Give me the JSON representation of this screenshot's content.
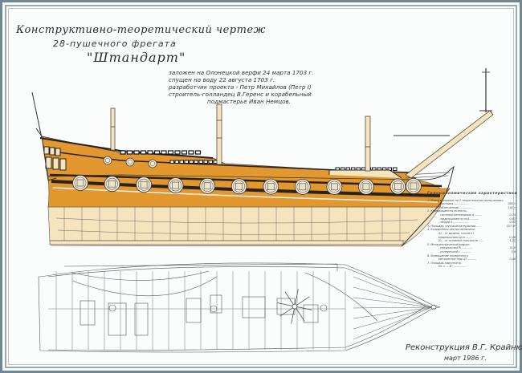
{
  "drawing": {
    "title": "Конструктивно-теоретический чертеж",
    "subtitle": "28-пушечного фрегата",
    "ship_name": "\"Штандарт\"",
    "history": [
      "заложен на Олонецкой верфи 24 марта 1703 г.",
      "спущен на воду 22 августа 1703 г.",
      "разработчик проекта - Петр Михайлов (Петр I)",
      "строитель-голландец В.Геренс и корабельный",
      "подмастерье Иван Немцов."
    ],
    "views": [
      "side-elevation",
      "plan-view"
    ],
    "gunports_lower": 12,
    "gunports_upper": 3,
    "credit": "Реконструкция В.Г. Крайнюкова",
    "credit_date": "март 1986 г."
  },
  "hydro": {
    "title": "Гидродинамические характеристики",
    "rows": [
      {
        "label": "1. Водоизмещение на 2 теоретических ватерлиниях:",
        "value": ""
      },
      {
        "label": "- грузовая ..................",
        "value": "265 т"
      },
      {
        "label": "- облегчённая ...............",
        "value": "182 т"
      },
      {
        "label": "2. Коэффициенты полноты:",
        "value": ""
      },
      {
        "label": "- грузовой ватерлинии α ........",
        "value": "0,74"
      },
      {
        "label": "- мидельшпангоута β ..........",
        "value": "0,87"
      },
      {
        "label": "- общий δ ..................",
        "value": "0,57"
      },
      {
        "label": "3. Площадь грузовой ватерлинии ....",
        "value": "157 м²"
      },
      {
        "label": "4. Координаты центра величины:",
        "value": ""
      },
      {
        "label": "Xc - от миделя, носом от",
        "value": ""
      },
      {
        "label": "мидельшпангоута .........",
        "value": "0,46"
      },
      {
        "label": "Zc - от основной плоскости ......",
        "value": "1,21"
      },
      {
        "label": "5. Метацентрический радиус:",
        "value": ""
      },
      {
        "label": "- продольный R ............",
        "value": "31,0"
      },
      {
        "label": "- поперечный r ............",
        "value": "2,8"
      },
      {
        "label": "6. Возвышение поперечного",
        "value": ""
      },
      {
        "label": "метацентра над ЦТ ..........",
        "value": "0,48"
      },
      {
        "label": "7. Площадь парусности",
        "value": ""
      },
      {
        "label": "Sп = ... м² ...............",
        "value": ""
      }
    ]
  },
  "colors": {
    "hull_ochre": "#e2982f",
    "hull_light": "#f6e4bf",
    "wale_dark": "#2a2420",
    "line_ink": "#3a3a3a",
    "frame_blue": "#6f8794"
  }
}
